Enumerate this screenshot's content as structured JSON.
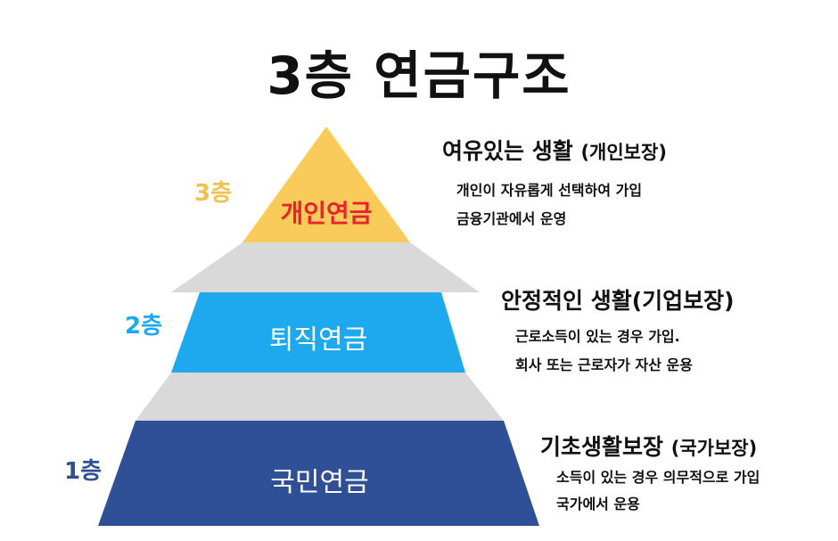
{
  "title": "3층 연금구조",
  "colors": {
    "tier3": "#F8CB5A",
    "tier2": "#1EA8EE",
    "tier1": "#2F4F97",
    "connector": "#D9D9D9",
    "tier3_label": "#F2C04C",
    "tier2_label": "#1EA8EE",
    "tier1_label": "#2F4F97",
    "tier3_name": "#E8232A"
  },
  "tiers": [
    {
      "label": "3층",
      "name": "개인연금",
      "heading": "여유있는 생활",
      "heading_sub": "(개인보장)",
      "lines": [
        "개인이 자유롭게 선택하여 가입",
        "금융기관에서 운영"
      ]
    },
    {
      "label": "2층",
      "name": "퇴직연금",
      "heading": "안정적인 생활(기업보장)",
      "heading_sub": "",
      "lines": [
        "근로소득이 있는 경우 가입.",
        "회사 또는 근로자가 자산 운용"
      ]
    },
    {
      "label": "1층",
      "name": "국민연금",
      "heading": "기초생활보장",
      "heading_sub": "(국가보장)",
      "lines": [
        "소득이 있는 경우 의무적으로 가입",
        "국가에서 운용"
      ]
    }
  ]
}
